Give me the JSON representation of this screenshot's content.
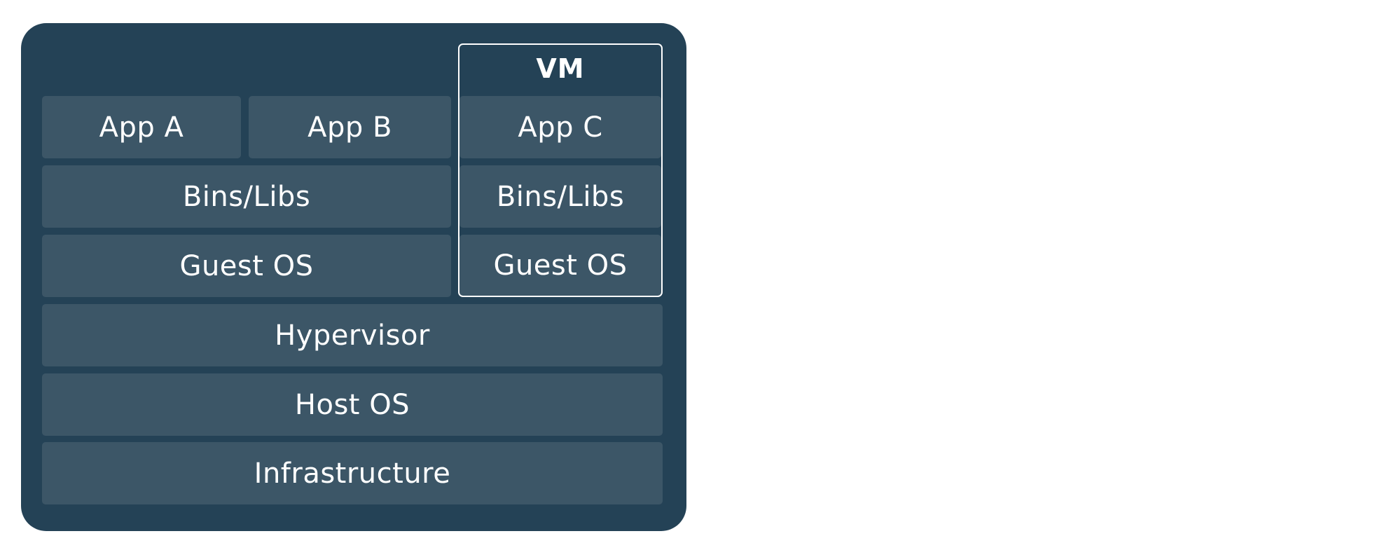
{
  "diagram": {
    "vm_label": "VM",
    "apps": {
      "a": "App A",
      "b": "App B",
      "c": "App C"
    },
    "bins_libs": "Bins/Libs",
    "guest_os": "Guest OS",
    "hypervisor": "Hypervisor",
    "host_os": "Host OS",
    "infrastructure": "Infrastructure"
  },
  "colors": {
    "panel": "#244256",
    "block": "#3c5667",
    "text": "#ffffff",
    "vm_border": "#ffffff"
  }
}
